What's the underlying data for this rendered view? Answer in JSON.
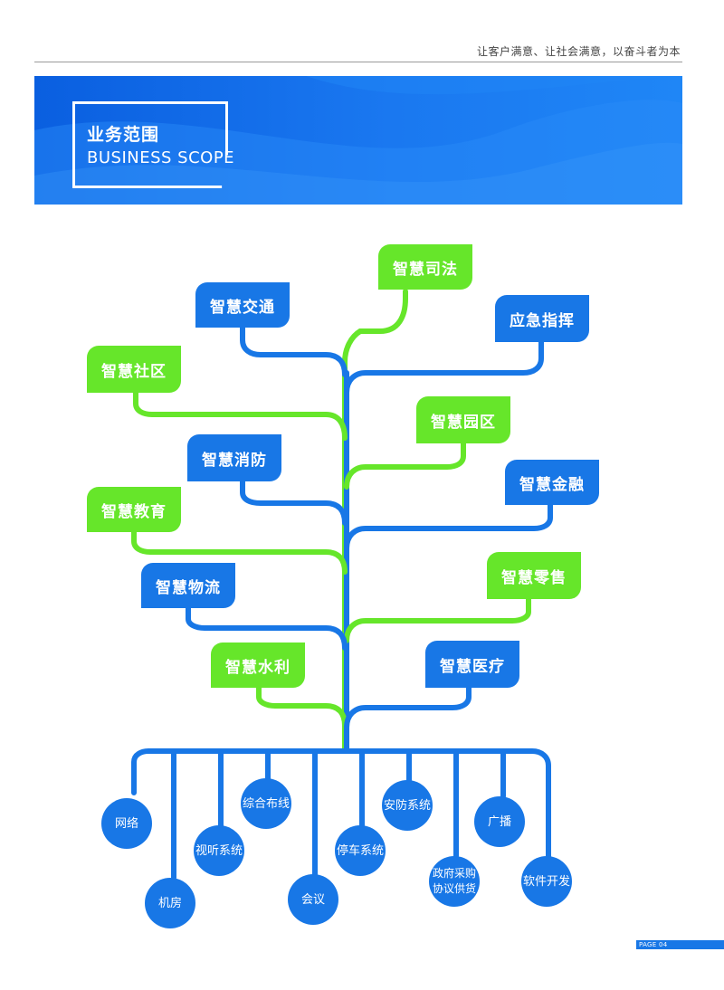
{
  "header": {
    "slogan": "让客户满意、让社会满意，以奋斗者为本"
  },
  "banner": {
    "title_cn": "业务范围",
    "title_en": "BUSINESS SCOPE"
  },
  "branches": [
    {
      "id": "judicial",
      "label": "智慧司法",
      "color": "green"
    },
    {
      "id": "transport",
      "label": "智慧交通",
      "color": "blue"
    },
    {
      "id": "emergency",
      "label": "应急指挥",
      "color": "blue"
    },
    {
      "id": "community",
      "label": "智慧社区",
      "color": "green"
    },
    {
      "id": "park",
      "label": "智慧园区",
      "color": "green"
    },
    {
      "id": "fire",
      "label": "智慧消防",
      "color": "blue"
    },
    {
      "id": "finance",
      "label": "智慧金融",
      "color": "blue"
    },
    {
      "id": "education",
      "label": "智慧教育",
      "color": "green"
    },
    {
      "id": "retail",
      "label": "智慧零售",
      "color": "green"
    },
    {
      "id": "logistics",
      "label": "智慧物流",
      "color": "blue"
    },
    {
      "id": "water",
      "label": "智慧水利",
      "color": "green"
    },
    {
      "id": "medical",
      "label": "智慧医疗",
      "color": "blue"
    }
  ],
  "roots": [
    {
      "id": "network",
      "label": "网络"
    },
    {
      "id": "machine-room",
      "label": "机房"
    },
    {
      "id": "av-system",
      "label": "视听系统"
    },
    {
      "id": "cabling",
      "label": "综合布线"
    },
    {
      "id": "conference",
      "label": "会议"
    },
    {
      "id": "parking",
      "label": "停车系统"
    },
    {
      "id": "security",
      "label": "安防系统"
    },
    {
      "id": "procurement",
      "label": "政府采购\n协议供货"
    },
    {
      "id": "broadcast",
      "label": "广播"
    },
    {
      "id": "software",
      "label": "软件开发"
    }
  ],
  "footer": {
    "page_label": "PAGE 04"
  },
  "colors": {
    "blue": "#1877e6",
    "green": "#66e62a",
    "banner": "#0a5fe0"
  }
}
